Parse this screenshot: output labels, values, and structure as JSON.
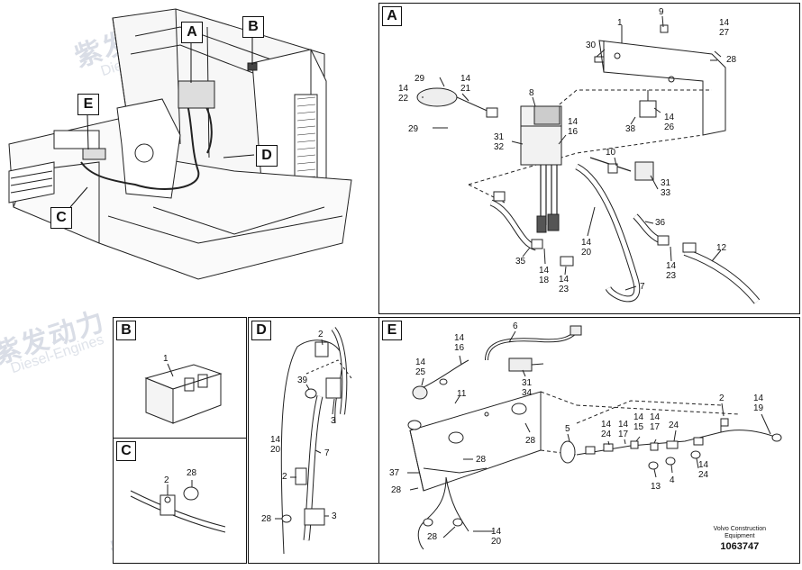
{
  "overview": {
    "callouts": [
      "A",
      "B",
      "C",
      "D",
      "E"
    ]
  },
  "panels": {
    "A": {
      "tag": "A",
      "labels": [
        "9",
        "1",
        "14\n27",
        "30",
        "28",
        "29",
        "14\n21",
        "14\n22",
        "8",
        "38",
        "14\n26",
        "29",
        "14\n16",
        "31\n32",
        "10",
        "31\n33",
        "36",
        "14\n20",
        "12",
        "35",
        "14\n18",
        "14\n23",
        "14\n23",
        "7"
      ]
    },
    "B": {
      "tag": "B",
      "labels": [
        "1"
      ]
    },
    "C": {
      "tag": "C",
      "labels": [
        "2",
        "28"
      ]
    },
    "D": {
      "tag": "D",
      "labels": [
        "2",
        "39",
        "3",
        "14\n20",
        "7",
        "2",
        "28",
        "3"
      ]
    },
    "E": {
      "tag": "E",
      "labels": [
        "6",
        "14\n16",
        "14\n25",
        "31\n34",
        "11",
        "2",
        "14\n19",
        "28",
        "5",
        "14\n24",
        "14\n17",
        "14\n15",
        "14\n17",
        "24",
        "37",
        "28",
        "28",
        "13",
        "4",
        "14\n24",
        "28",
        "14\n20"
      ]
    }
  },
  "footer": {
    "brand": "Volvo Construction",
    "brand2": "Equipment",
    "number": "1063747"
  },
  "watermark": {
    "cn": "紫发动力",
    "en": "Diesel-Engines"
  }
}
